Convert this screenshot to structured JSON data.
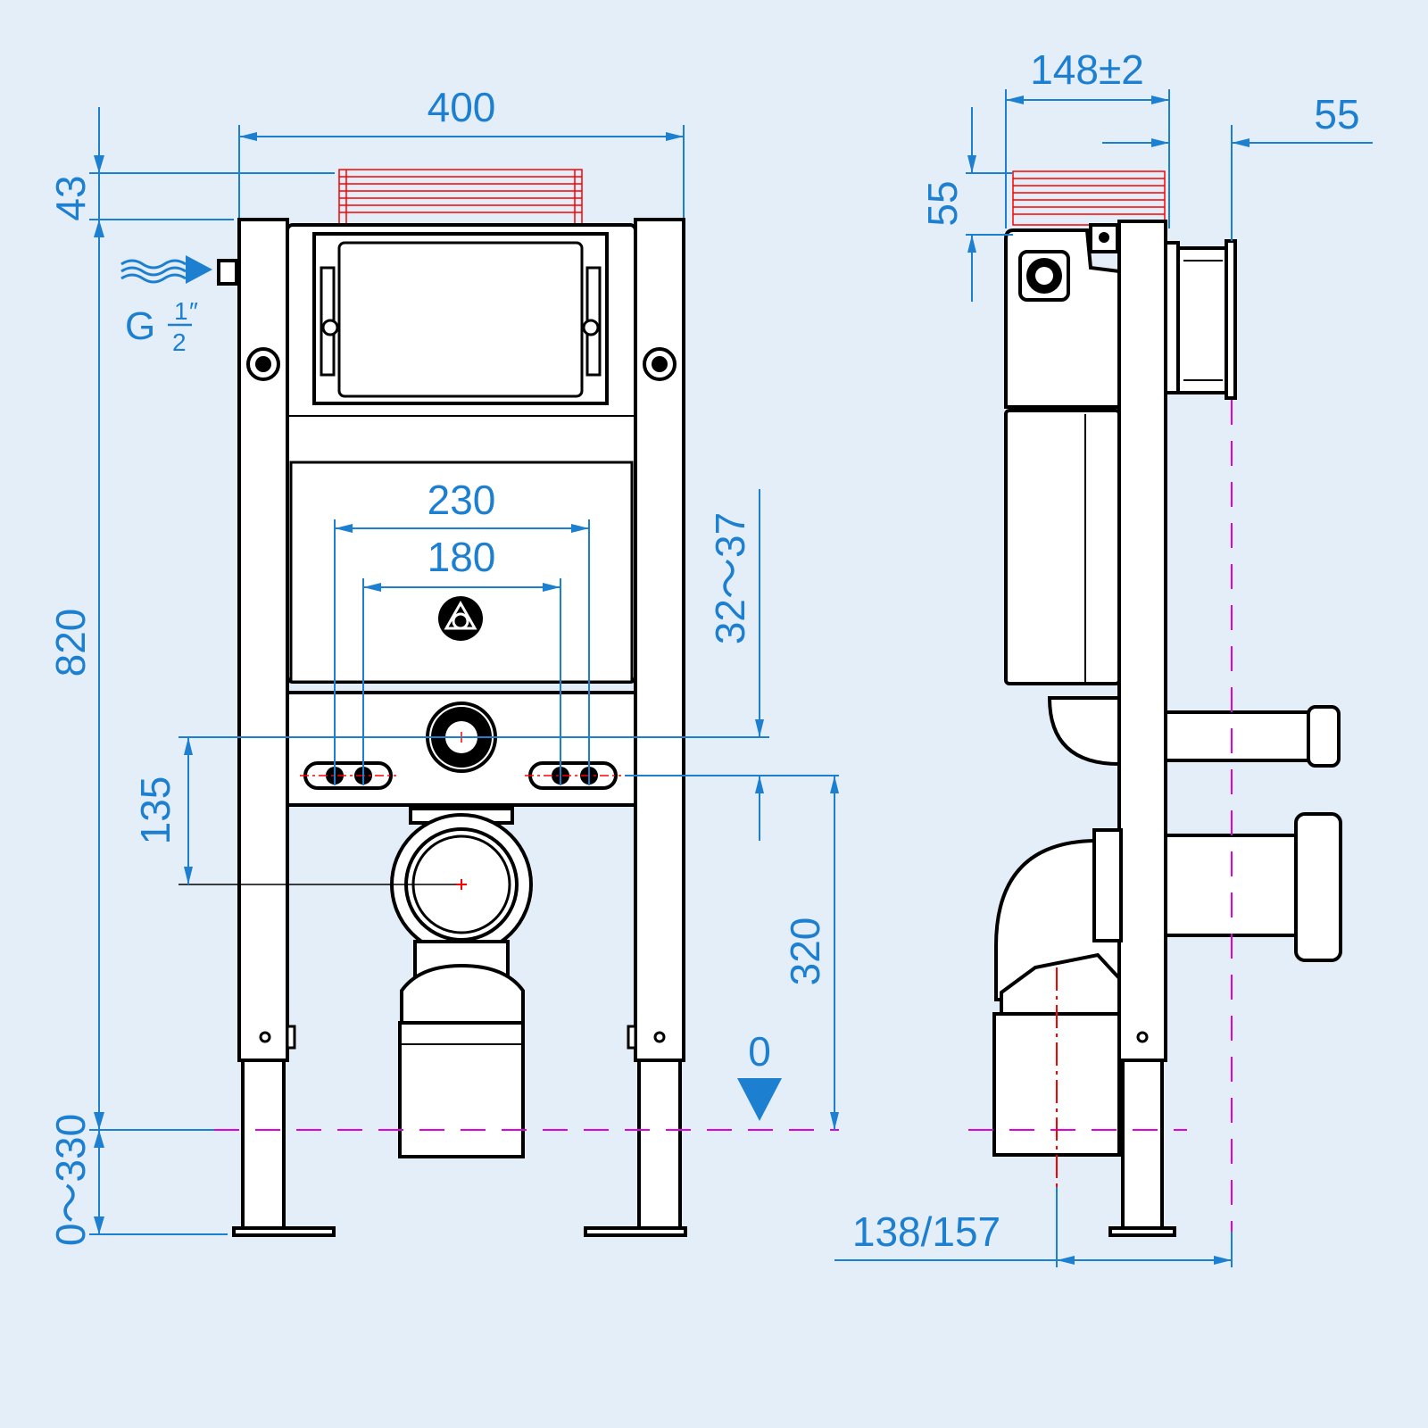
{
  "dimensions": {
    "frame_width": "400",
    "top_height": "43",
    "frame_height": "820",
    "leg_adjust": "0～330",
    "bolt_spacing_outer": "230",
    "bolt_spacing_inner": "180",
    "flush_to_bolts": "32～37",
    "bolts_to_waste": "135",
    "bolts_to_floor": "320",
    "floor_zero": "0",
    "depth": "148±2",
    "side_top_height": "55",
    "waste_offset": "55",
    "wall_distance": "138/157"
  },
  "inlet": {
    "thread_prefix": "G",
    "thread_numerator": "1",
    "thread_denominator": "2",
    "thread_unit": "″"
  },
  "colors": {
    "dimension": "#1d7fd0",
    "background": "#e3eef9",
    "outline": "#000000",
    "hidden_part": "#ff0000",
    "center_line": "#e000e0"
  }
}
